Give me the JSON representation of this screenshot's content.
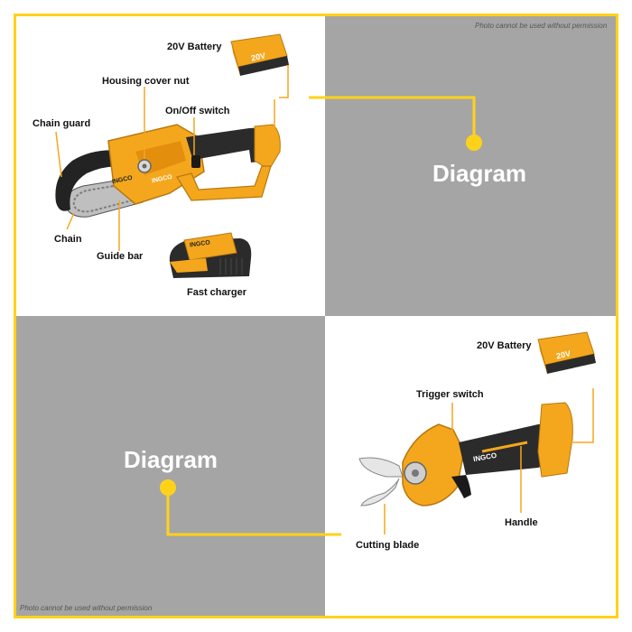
{
  "permission_notice": "Photo cannot be used without permission",
  "diagram_word": "Diagram",
  "brand": "INGCO",
  "battery_voltage_mark": "20V",
  "colors": {
    "frame": "#FFD21A",
    "tool_orange": "#F4A71D",
    "tool_dark": "#2B2B2B",
    "panel_gray": "#A6A5A5"
  },
  "chainsaw_diagram": {
    "labels": {
      "battery": "20V Battery",
      "housing_cover_nut": "Housing cover nut",
      "on_off_switch": "On/Off switch",
      "chain_guard": "Chain guard",
      "chain": "Chain",
      "guide_bar": "Guide bar",
      "fast_charger": "Fast charger"
    }
  },
  "pruner_diagram": {
    "labels": {
      "battery": "20V Battery",
      "trigger_switch": "Trigger switch",
      "handle": "Handle",
      "cutting_blade": "Cutting blade"
    }
  }
}
